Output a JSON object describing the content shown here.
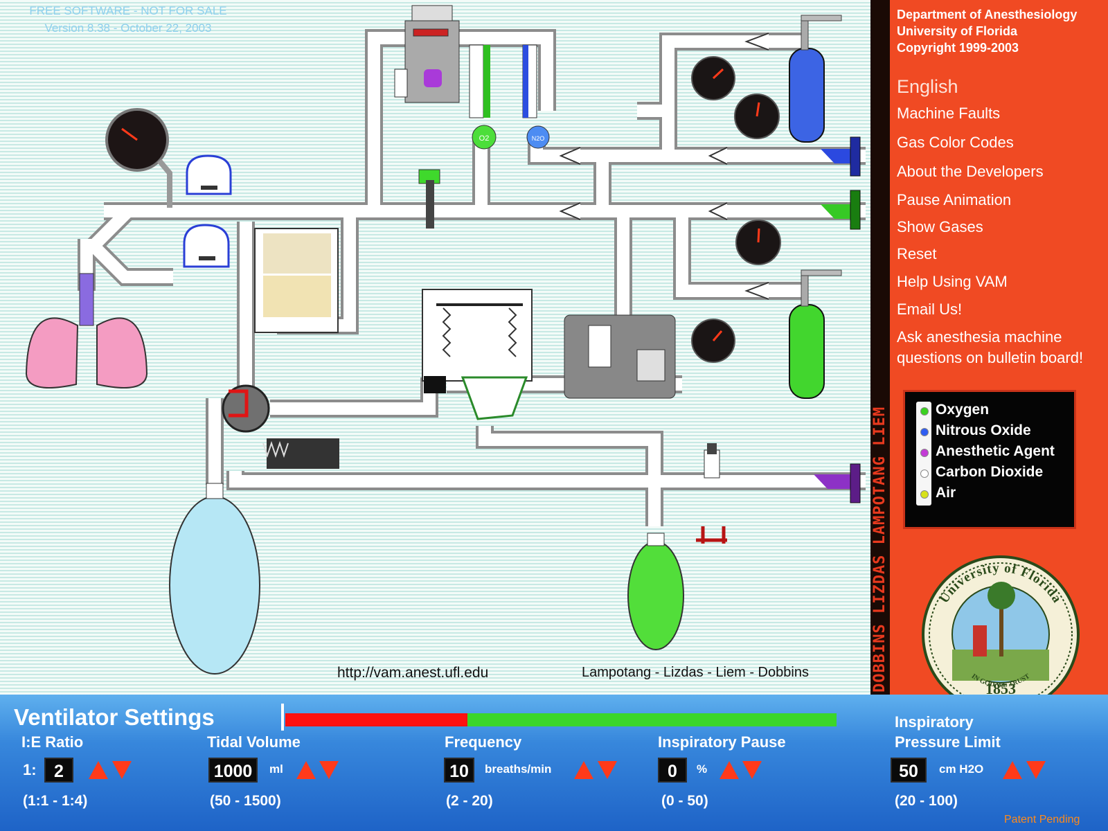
{
  "header": {
    "free_notice": "FREE SOFTWARE - NOT FOR SALE",
    "version": "Version 8.38 - October 22, 2003"
  },
  "footer_credits": {
    "url": "http://vam.anest.ufl.edu",
    "authors": "Lampotang - Lizdas - Liem - Dobbins"
  },
  "vertical_banner": "DOBBINS LIZDAS LAMPOTANG LIEM",
  "sidebar": {
    "department": [
      "Department of Anesthesiology",
      "University of Florida",
      "Copyright 1999-2003"
    ],
    "menu": [
      "English",
      "Machine Faults",
      "Gas Color Codes",
      "About the Developers",
      "Pause Animation",
      "Show Gases",
      "Reset",
      "Help Using VAM",
      "Email Us!",
      "Ask anesthesia machine questions on bulletin board!"
    ]
  },
  "legend": [
    {
      "label": "Oxygen",
      "color": "#3ad11f"
    },
    {
      "label": "Nitrous Oxide",
      "color": "#2f5df2"
    },
    {
      "label": "Anesthetic Agent",
      "color": "#c33bd6"
    },
    {
      "label": "Carbon Dioxide",
      "color": "#ffffff"
    },
    {
      "label": "Air",
      "color": "#d8e21a"
    }
  ],
  "seal": {
    "top": "University of Florida",
    "motto": "IN GOD WE TRUST",
    "year": "1853"
  },
  "ventilator": {
    "title": "Ventilator Settings",
    "cycle_progress": 0.33,
    "ie_ratio": {
      "label": "I:E Ratio",
      "prefix": "1:",
      "value": "2",
      "range": "(1:1 - 1:4)"
    },
    "tidal_volume": {
      "label": "Tidal Volume",
      "value": "1000",
      "unit": "ml",
      "range": "(50 - 1500)"
    },
    "frequency": {
      "label": "Frequency",
      "value": "10",
      "unit": "breaths/min",
      "range": "(2 - 20)"
    },
    "insp_pause": {
      "label": "Inspiratory Pause",
      "value": "0",
      "unit": "%",
      "range": "(0 - 50)"
    },
    "pressure_limit": {
      "label_line1": "Inspiratory",
      "label_line2": "Pressure Limit",
      "value": "50",
      "unit": "cm H2O",
      "range": "(20 - 100)"
    }
  },
  "patent": "Patent Pending",
  "flowmeter_knobs": {
    "o2": "O2",
    "n2o": "N2O"
  },
  "colors": {
    "sidebar": "#f04a23",
    "accent_arrow": "#ff3a1a",
    "progress_red": "#ff1010",
    "progress_green": "#3bd62a"
  }
}
